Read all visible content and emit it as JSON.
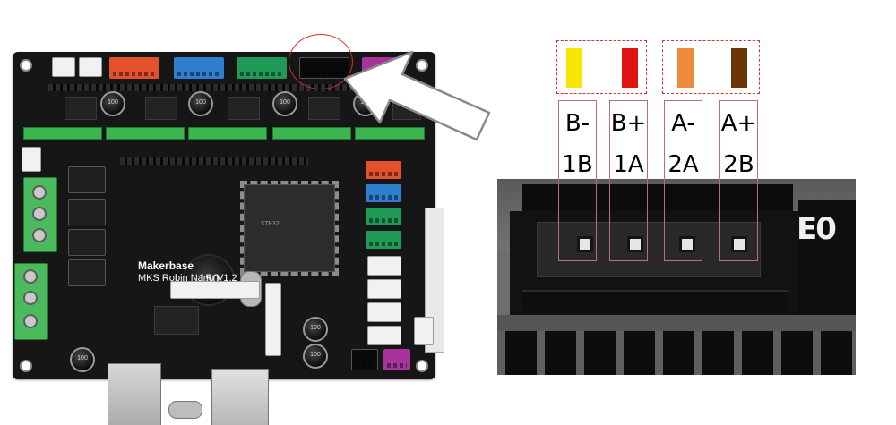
{
  "board": {
    "brand": "Makerbase",
    "model": "MKS Robin Nano V1.2",
    "inductor_mark": "150",
    "highlighted_port": "E0"
  },
  "pinout": {
    "wire_colors": [
      "#f7e600",
      "#e01313",
      "#f0883d",
      "#6b3506"
    ],
    "pins": [
      {
        "signal": "B-",
        "coil": "1B"
      },
      {
        "signal": "B+",
        "coil": "1A"
      },
      {
        "signal": "A-",
        "coil": "2A"
      },
      {
        "signal": "A+",
        "coil": "2B"
      }
    ]
  },
  "zoom_silkscreen": "E0"
}
